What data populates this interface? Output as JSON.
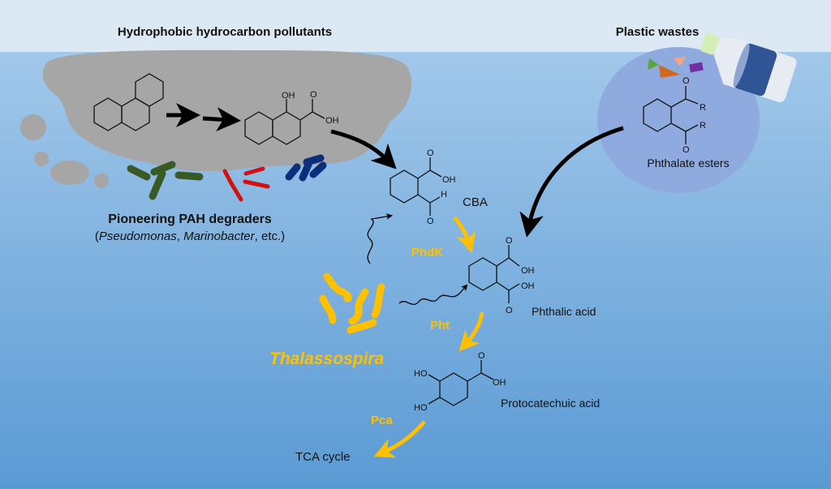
{
  "colors": {
    "sky": "#dbe9f4",
    "water_top": "#9cc4e8",
    "water_bottom": "#5b9bd5",
    "oil": "#a6a6a6",
    "plastic_pool": "#8eaadf",
    "enzyme": "#ffc000",
    "bacteria_green": "#3a5a25",
    "bacteria_red": "#d40f0f",
    "bacteria_blue": "#0d2e7a",
    "bottle_label": "#2f5597",
    "text": "#111111"
  },
  "headers": {
    "pollutants": "Hydrophobic  hydrocarbon pollutants",
    "plastic": "Plastic wastes"
  },
  "labels": {
    "pioneering_title": "Pioneering  PAH degraders",
    "pioneering_open": "(",
    "genus1": "Pseudomonas",
    "sep1": ", ",
    "genus2": "Marinobacter",
    "pioneering_close": ", etc.)",
    "thalassospira": "Thalassospira",
    "phthalate_esters": "Phthalate  esters",
    "cba": "CBA",
    "phthalic_acid": "Phthalic  acid",
    "protocatechuic_acid": "Protocatechuic acid",
    "tca_cycle": "TCA cycle"
  },
  "enzymes": {
    "phdk": "PhdK",
    "pht": "Pht",
    "pca": "Pca"
  },
  "atoms": {
    "oh": "OH",
    "o": "O",
    "h": "H",
    "r": "R",
    "ho": "HO"
  }
}
